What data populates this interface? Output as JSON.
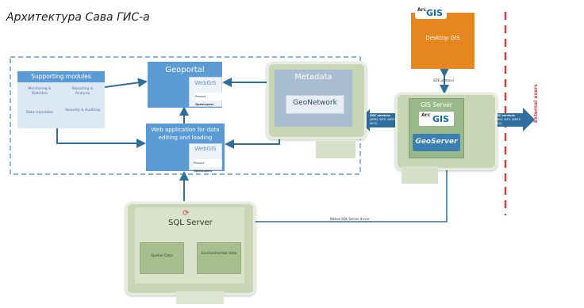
{
  "diagram": {
    "title": "Архитектура Сава ГИС-а",
    "desktop_gis": {
      "arc_logo": "Arc",
      "gis_logo": "GIS",
      "label": "Desktop GIS"
    },
    "sde_protocol": "SDE protocol",
    "supporting_modules": {
      "title": "Supporting modules",
      "items": [
        "Monitoring & Statistics",
        "Reporting & Analysis",
        "Data translator",
        "Security & Auditing"
      ]
    },
    "geoportal": {
      "title": "Geoportal",
      "webgis": "WebGIS",
      "powered_by": "Product",
      "openlayers": "OpenLayers"
    },
    "web_app": {
      "title_line1": "Web application for data",
      "title_line2": "editing and loading",
      "webgis": "WebGIS",
      "powered_by": "Product",
      "openlayers": "OpenLayers"
    },
    "metadata": {
      "title": "Metadata",
      "geonetwork": "GeoNetwork"
    },
    "gis_server": {
      "title": "GIS Server",
      "arc_logo": "Arc",
      "gis_logo": "GIS",
      "geoserver": "GeoServer"
    },
    "ogc_left": {
      "line1": "OGC services",
      "line2": "(WMS, WFS, WMTS, WCS)"
    },
    "ogc_right": {
      "line1": "OGC services",
      "line2": "(WMS, WFS, WMTS, WCS)"
    },
    "external_users": "External users",
    "native_sql": "Native SQL Server driver",
    "sql_server": {
      "label": "SQL Server",
      "spatial": "Spatial Data",
      "environmental": "Environmental data"
    },
    "colors": {
      "blue": "#5b9bd5",
      "orange": "#e5861f",
      "green": "#c9d6b6",
      "red": "#e03a3a",
      "arrow": "#2f6f9f"
    }
  }
}
